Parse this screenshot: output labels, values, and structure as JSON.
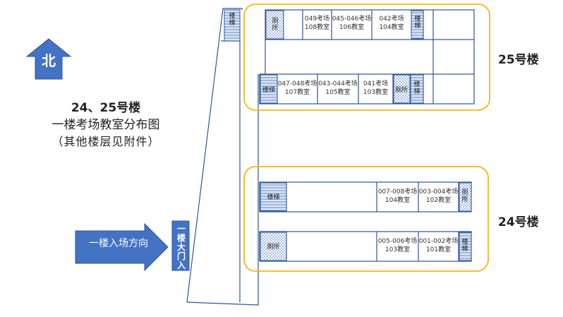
{
  "north": {
    "label": "北"
  },
  "title": {
    "line1": "24、25号楼",
    "line2": "一楼考场教室分布图",
    "line3": "（其他楼层见附件）"
  },
  "entrance": {
    "direction_label": "一楼入场方向",
    "gate_label": "一楼大门入口"
  },
  "buildings": {
    "b25": {
      "label": "25号楼"
    },
    "b24": {
      "label": "24号楼"
    }
  },
  "labels": {
    "stairs": "楼梯",
    "restroom": "厕所"
  },
  "rooms_25_top": [
    {
      "exam": "049考场",
      "room": "108教室"
    },
    {
      "exam": "045-046考场",
      "room": "106教室"
    },
    {
      "exam": "042考场",
      "room": "104教室"
    }
  ],
  "rooms_25_bottom": [
    {
      "exam": "047-048考场",
      "room": "107教室"
    },
    {
      "exam": "043-044考场",
      "room": "105教室"
    },
    {
      "exam": "041考场",
      "room": "103教室"
    }
  ],
  "rooms_24_top": [
    {
      "exam": "007-008考场",
      "room": "104教室"
    },
    {
      "exam": "003-004考场",
      "room": "102教室"
    }
  ],
  "rooms_24_bottom": [
    {
      "exam": "005-006考场",
      "room": "103教室"
    },
    {
      "exam": "001-002考场",
      "room": "101教室"
    }
  ],
  "colors": {
    "arrow_fill": "#4472c4",
    "outline": "#2f5597",
    "highlight": "#f4b71a"
  }
}
